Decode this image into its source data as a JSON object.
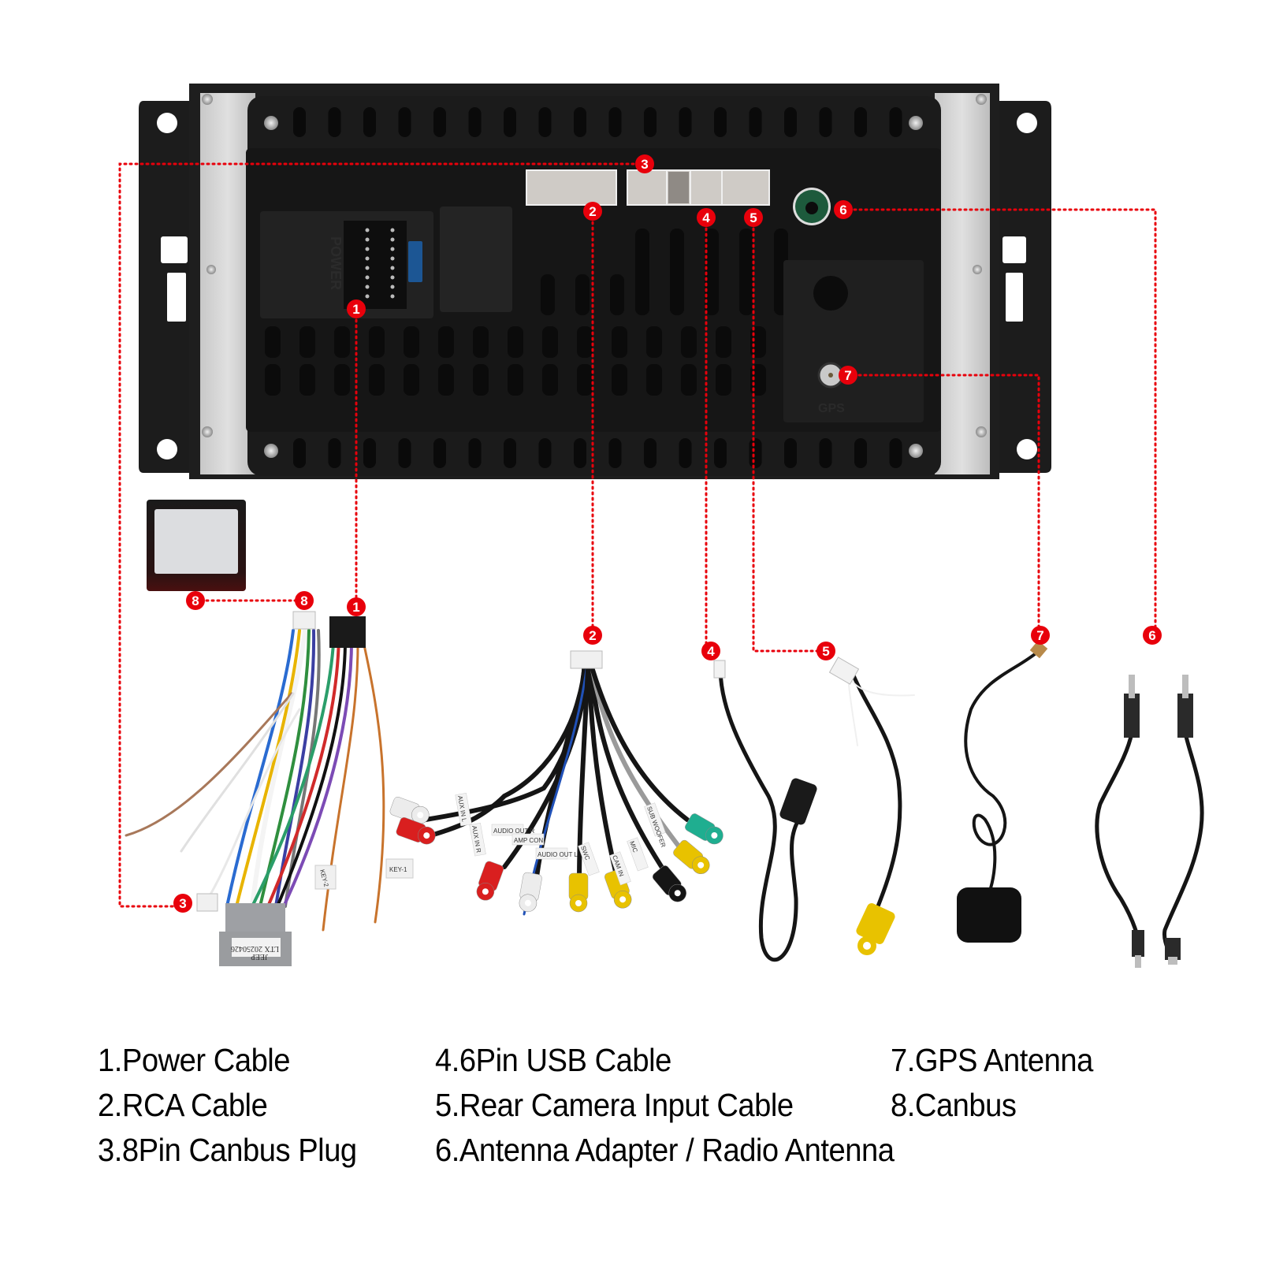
{
  "diagram": {
    "title_hidden": "Car head unit rear panel wiring diagram",
    "unit": {
      "power_port_label": "POWER",
      "gps_port_label": "GPS"
    },
    "callouts": [
      {
        "id": "1",
        "label": "1"
      },
      {
        "id": "2",
        "label": "2"
      },
      {
        "id": "3",
        "label": "3"
      },
      {
        "id": "4",
        "label": "4"
      },
      {
        "id": "5",
        "label": "5"
      },
      {
        "id": "6",
        "label": "6"
      },
      {
        "id": "7",
        "label": "7"
      },
      {
        "id": "8",
        "label": "8"
      }
    ],
    "cable_tags": {
      "power_harness": [
        "KEY-2",
        "KEY-1"
      ],
      "harness_plug_label_line1": "LTX 20250426",
      "harness_plug_label_line2": "JEEP",
      "rca": [
        "AUX IN L",
        "AUX IN R",
        "AUDIO OUT R",
        "AMP CON",
        "AUDIO OUT L",
        "SWC",
        "CAM IN",
        "MIC",
        "SUB WOOFER"
      ]
    },
    "callout_color": "#e8000b",
    "legend": {
      "col1": [
        "1.Power Cable",
        "2.RCA Cable",
        "3.8Pin Canbus Plug"
      ],
      "col2": [
        "4.6Pin USB Cable",
        "5.Rear Camera Input Cable",
        "6.Antenna Adapter / Radio Antenna"
      ],
      "col3": [
        "7.GPS Antenna",
        "8.Canbus"
      ]
    }
  }
}
